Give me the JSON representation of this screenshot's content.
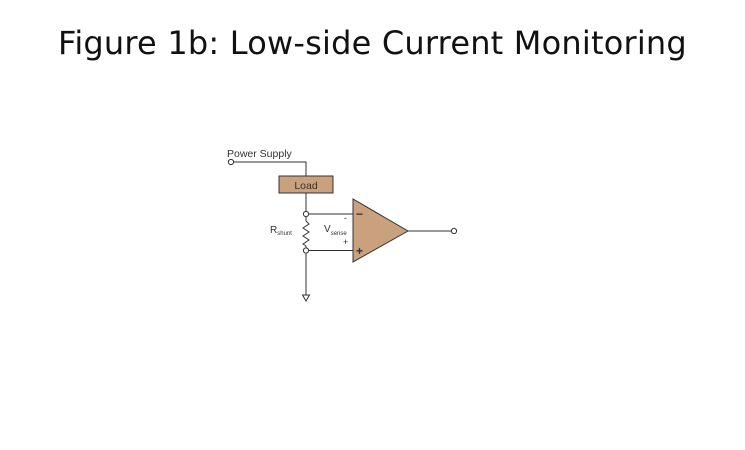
{
  "title": "Figure 1b: Low-side Current Monitoring",
  "diagram": {
    "power_supply_label": "Power Supply",
    "load_label": "Load",
    "rshunt_main": "R",
    "rshunt_sub": "shunt",
    "vsense_main": "V",
    "vsense_sub": "sense",
    "sense_minus": "-",
    "sense_plus": "+",
    "opamp_minus": "−",
    "opamp_plus": "+",
    "colors": {
      "component_fill": "#c9a27d",
      "wire": "#333333"
    }
  }
}
